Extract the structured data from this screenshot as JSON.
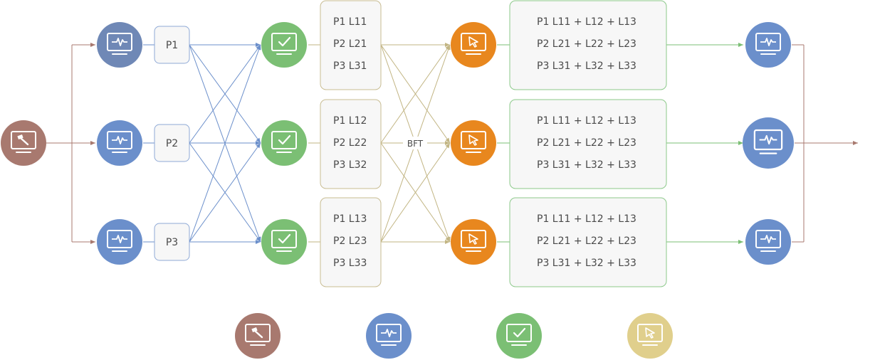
{
  "colors": {
    "source": "#A8796F",
    "primary_first": "#6F88B6",
    "primary": "#6B8FCB",
    "backup": "#7BBF74",
    "replica": "#E8871E",
    "legend_yellow": "#E0CF8C",
    "line_source": "#A8796F",
    "line_primary": "#6B8FCB",
    "line_backup": "#C2B583",
    "line_final": "#7BBF74",
    "box_border_p": "#8FAAD6",
    "box_border_l": "#C8BC92",
    "box_border_sum": "#8CC98A",
    "box_fill": "#F7F7F7"
  },
  "nodes": {
    "source": {
      "icon": "gavel-icon"
    },
    "primaries": [
      {
        "icon": "monitor-pulse-icon"
      },
      {
        "icon": "monitor-pulse-icon"
      },
      {
        "icon": "monitor-pulse-icon"
      }
    ],
    "backups": [
      {
        "icon": "monitor-check-icon"
      },
      {
        "icon": "monitor-check-icon"
      },
      {
        "icon": "monitor-check-icon"
      }
    ],
    "replicas": [
      {
        "icon": "monitor-cursor-icon"
      },
      {
        "icon": "monitor-cursor-icon"
      },
      {
        "icon": "monitor-cursor-icon"
      }
    ],
    "finals": [
      {
        "icon": "monitor-pulse-icon"
      },
      {
        "icon": "monitor-pulse-icon"
      },
      {
        "icon": "monitor-pulse-icon"
      }
    ]
  },
  "p_labels": [
    "P1",
    "P2",
    "P3"
  ],
  "l_boxes": [
    {
      "lines": [
        "P1  L11",
        "P2  L21",
        "P3  L31"
      ]
    },
    {
      "lines": [
        "P1  L12",
        "P2  L22",
        "P3  L32"
      ]
    },
    {
      "lines": [
        "P1  L13",
        "P2  L23",
        "P3  L33"
      ]
    }
  ],
  "crossover_label": "BFT",
  "sum_boxes": [
    {
      "lines": [
        "P1  L11 + L12 + L13",
        "P2  L21 + L22 + L23",
        "P3  L31 + L32 + L33"
      ]
    },
    {
      "lines": [
        "P1  L11 + L12 + L13",
        "P2  L21 + L22 + L23",
        "P3  L31 + L32 + L33"
      ]
    },
    {
      "lines": [
        "P1  L11 + L12 + L13",
        "P2  L21 + L22 + L23",
        "P3  L31 + L32 + L33"
      ]
    }
  ],
  "legend": [
    {
      "icon": "gavel-icon",
      "color": "#A8796F"
    },
    {
      "icon": "monitor-pulse-icon",
      "color": "#6B8FCB"
    },
    {
      "icon": "monitor-check-icon",
      "color": "#7BBF74"
    },
    {
      "icon": "monitor-cursor-icon",
      "color": "#E0CF8C"
    }
  ]
}
